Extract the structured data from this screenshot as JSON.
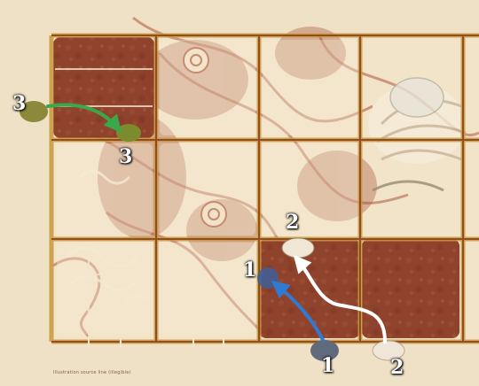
{
  "board": {
    "rows": 3,
    "cols": 5,
    "colors": {
      "parchment": "#efe1c6",
      "gold_line": "#c89a3a",
      "dark_line": "#7a2818",
      "dark_tile": "#8a3a24",
      "light_tile": "#f1e3c8",
      "pattern": "#b0563c"
    },
    "dark_tiles": [
      {
        "row": 0,
        "col": 0
      },
      {
        "row": 2,
        "col": 2
      },
      {
        "row": 2,
        "col": 3
      }
    ]
  },
  "stones": [
    {
      "id": "green-start",
      "color": "#8c8a3a"
    },
    {
      "id": "green-end",
      "color": "#7c8b2e"
    },
    {
      "id": "white-start",
      "color": "#f0e6d6"
    },
    {
      "id": "white-end",
      "color": "#efe6d8"
    },
    {
      "id": "blue-start",
      "color": "#5f6a7c"
    },
    {
      "id": "blue-end",
      "color": "#3f5f9a"
    }
  ],
  "arrows": [
    {
      "name": "arrow-green",
      "color": "#3aa84a"
    },
    {
      "name": "arrow-white",
      "color": "#ffffff"
    },
    {
      "name": "arrow-blue",
      "color": "#2f7ad4"
    }
  ],
  "labels": {
    "green_start": "3",
    "green_end": "3",
    "white_start": "2",
    "white_end": "2",
    "blue_start": "1",
    "blue_end": "1"
  },
  "caption": "Illustration source line (illegible)"
}
